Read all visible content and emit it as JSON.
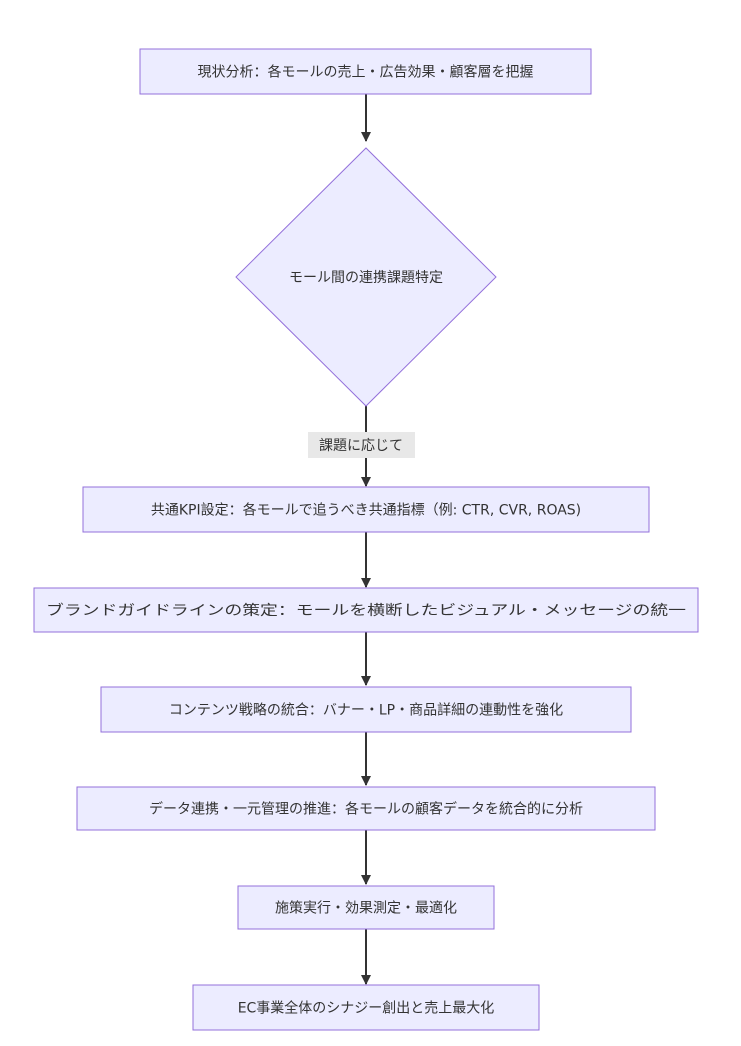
{
  "nodes": {
    "n1": "現状分析：各モールの売上・広告効果・顧客層を把握",
    "n2": "モール間の連携課題特定",
    "n3": "共通KPI設定：各モールで追うべき共通指標（例: CTR, CVR, ROAS)",
    "n4": "ブランドガイドラインの策定：モールを横断したビジュアル・メッセージの統一",
    "n5": "コンテンツ戦略の統合：バナー・LP・商品詳細の連動性を強化",
    "n6": "データ連携・一元管理の推進：各モールの顧客データを統合的に分析",
    "n7": "施策実行・効果測定・最適化",
    "n8": "EC事業全体のシナジー創出と売上最大化"
  },
  "edges": {
    "e2_label": "課題に応じて"
  },
  "colors": {
    "node_fill": "#ECECFF",
    "node_stroke": "#9370DB",
    "edge": "#333333",
    "label_bg": "#E8E8E8"
  }
}
